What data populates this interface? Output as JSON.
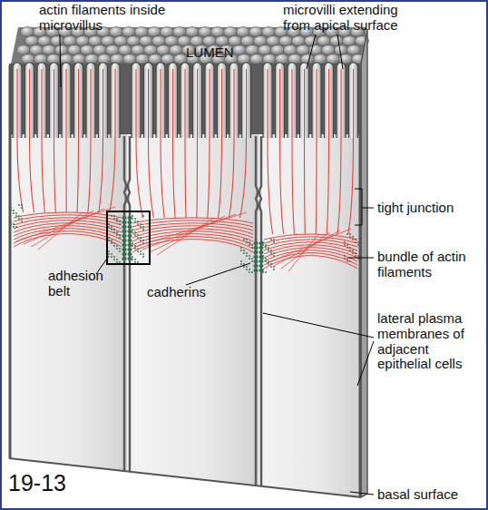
{
  "diagram": {
    "labels": [
      "actin filaments inside microvillus",
      "LUMEN",
      "microvilli extending from apical surface",
      "tight junction",
      "bundle of actin filaments",
      "adhesion belt",
      "cadherins",
      "lateral plasma membranes of adjacent epithelial cells",
      "basal surface",
      "19-13"
    ]
  }
}
